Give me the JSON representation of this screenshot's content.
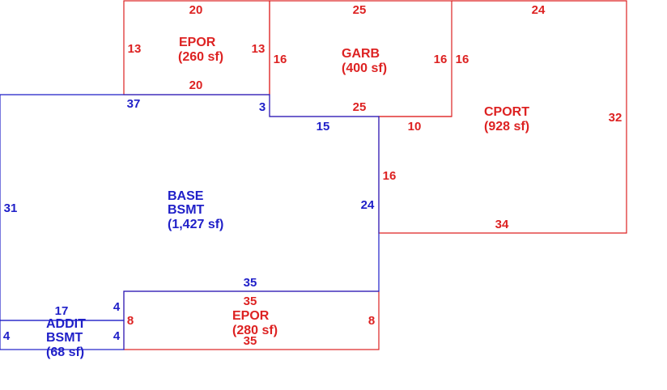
{
  "colors": {
    "red": "#dd2222",
    "blue": "#1f1fc8",
    "background": "#ffffff"
  },
  "sketch": {
    "areas": {
      "epor_top": {
        "name": "EPOR",
        "size": "(260 sf)"
      },
      "garb": {
        "name": "GARB",
        "size": "(400 sf)"
      },
      "cport": {
        "name": "CPORT",
        "size": "(928 sf)"
      },
      "base": {
        "name": "BASE",
        "sub": "BSMT",
        "size": "(1,427 sf)"
      },
      "epor_bottom": {
        "name": "EPOR",
        "size": "(280 sf)"
      },
      "addit": {
        "name": "ADDIT",
        "sub": "BSMT",
        "size": "(68 sf)"
      }
    },
    "dims": {
      "epor_top_top": "20",
      "epor_top_left": "13",
      "epor_top_right": "13",
      "epor_top_bottom": "20",
      "garb_top": "25",
      "garb_left": "16",
      "garb_right": "16",
      "garb_bottom": "25",
      "cport_top": "24",
      "cport_left": "16",
      "cport_right": "32",
      "cport_inner_bottom": "10",
      "cport_inner_right": "16",
      "cport_bottom": "34",
      "base_top": "37",
      "base_step": "3",
      "base_mid_top": "15",
      "base_left": "31",
      "base_right": "24",
      "base_bottom": "35",
      "epor_bottom_top": "35",
      "epor_bottom_left": "8",
      "epor_bottom_right": "8",
      "epor_bottom_bottom": "35",
      "addit_top": "17",
      "addit_left": "4",
      "addit_right_upper": "4",
      "addit_right_lower": "4"
    }
  }
}
